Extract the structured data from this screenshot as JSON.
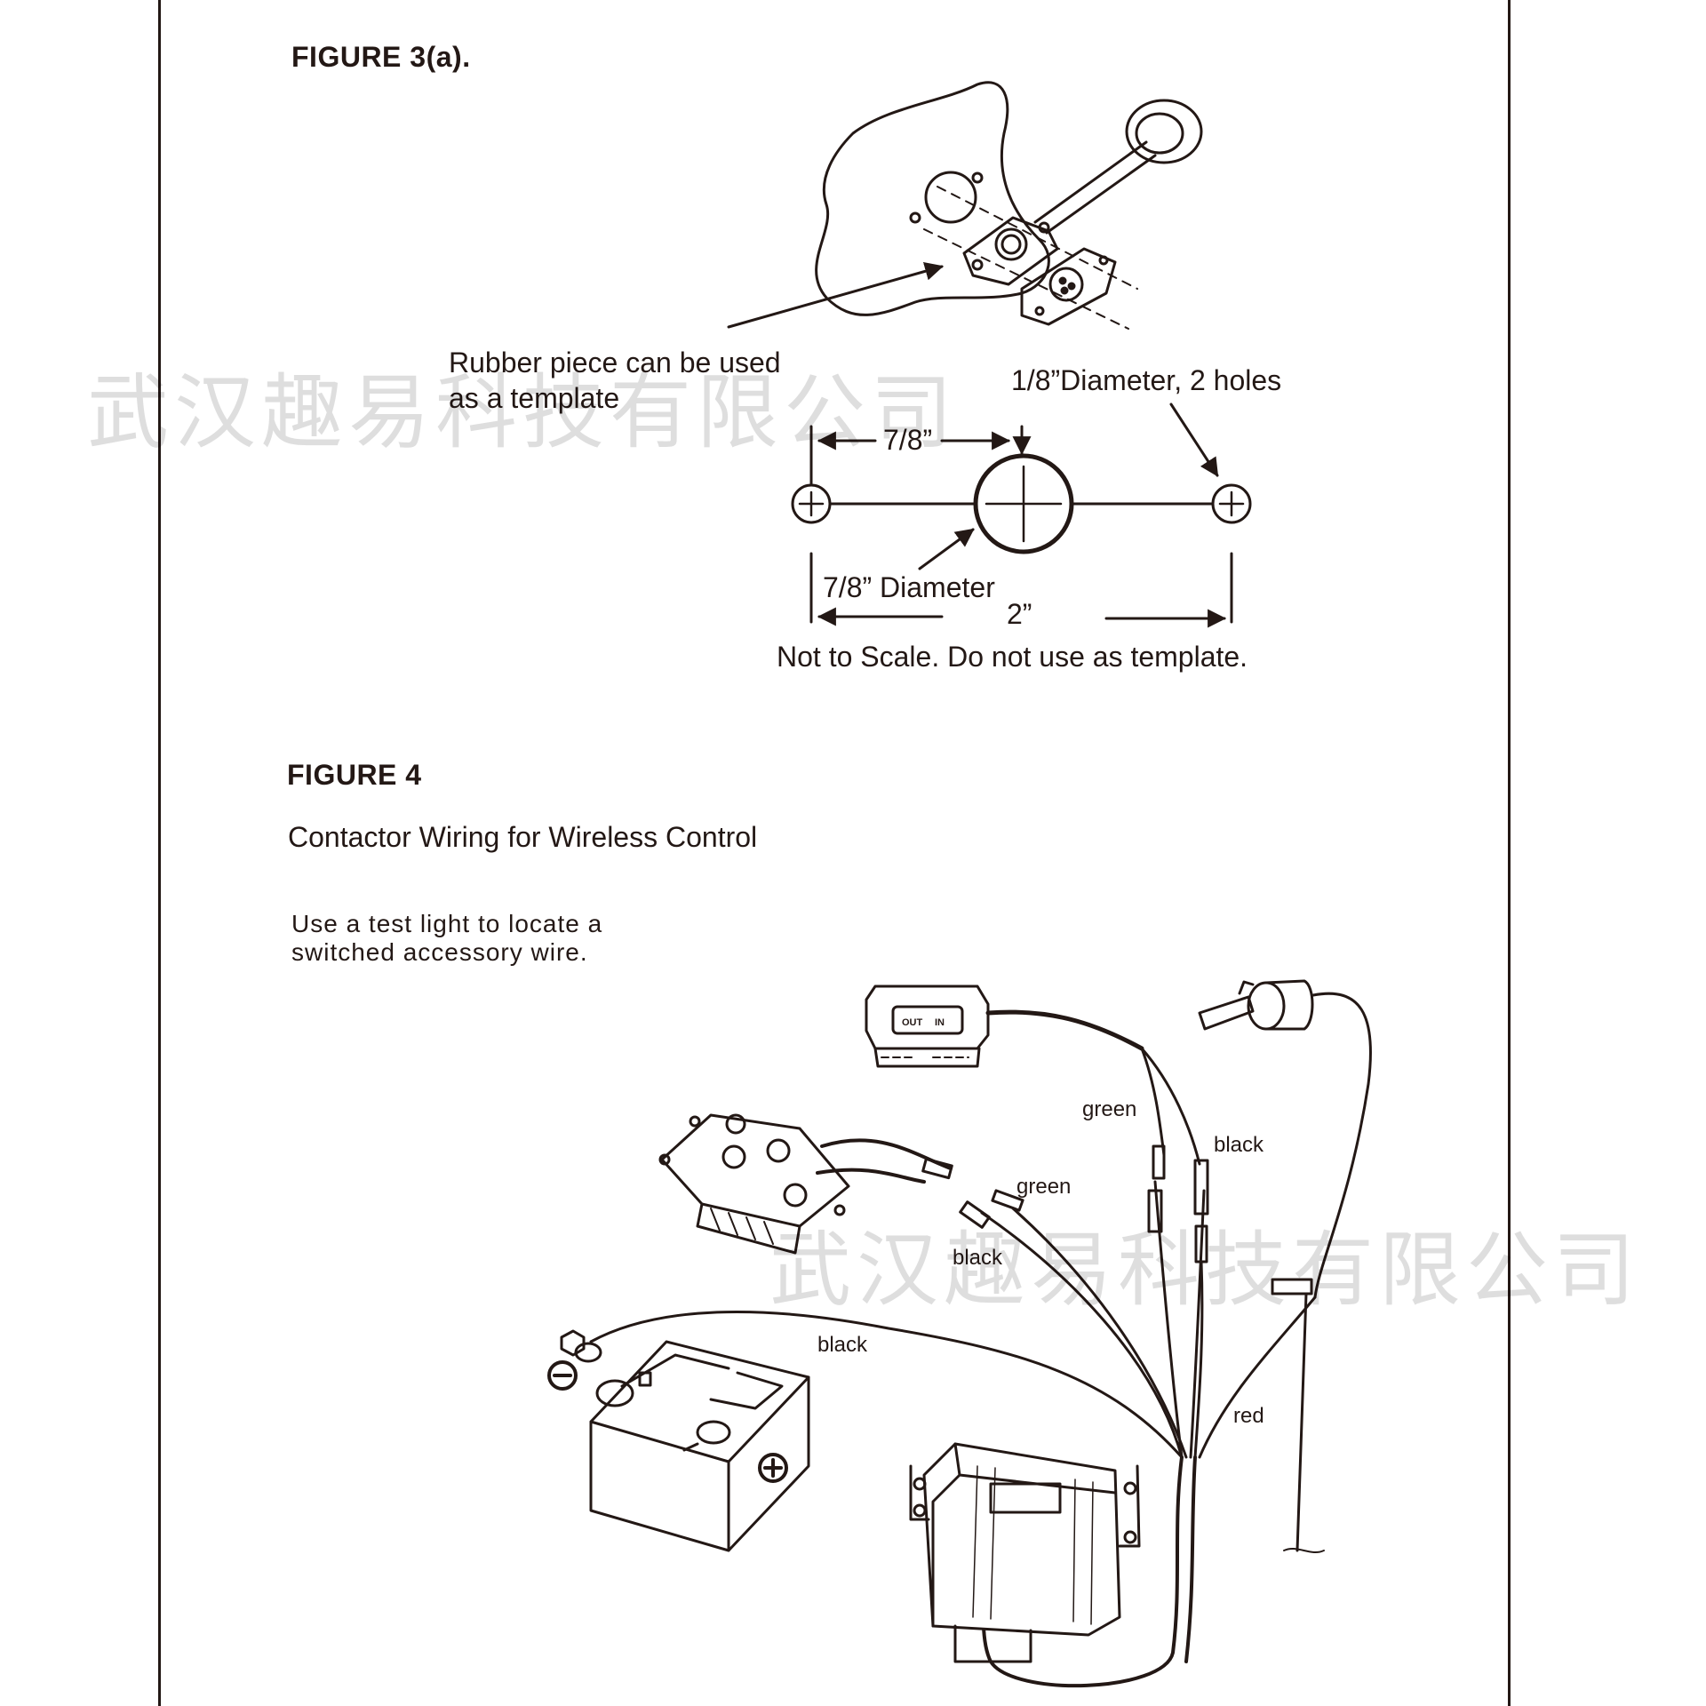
{
  "figure3a": {
    "title": "FIGURE 3(a).",
    "rubber_label_line1": "Rubber piece can be used",
    "rubber_label_line2": "as a template",
    "holes_label": "1/8”Diameter, 2 holes",
    "center_spacing": "7/8”",
    "center_diameter": "7/8” Diameter",
    "total_width": "2”",
    "scale_note": "Not to Scale. Do not use as template."
  },
  "figure4": {
    "title": "FIGURE 4",
    "subtitle": "Contactor Wiring for Wireless Control",
    "note_line1": "Use a test light to locate a",
    "note_line2": "switched accessory wire.",
    "wire_labels": {
      "green_top": "green",
      "black_top": "black",
      "green_mid": "green",
      "black_mid": "black",
      "black_battery": "black",
      "red": "red"
    },
    "switch_labels": {
      "out": "OUT",
      "in": "IN"
    }
  },
  "watermark": {
    "text_top": "武汉趣易科技有限公司",
    "text_bottom": "武汉趣易科技有限公司"
  }
}
